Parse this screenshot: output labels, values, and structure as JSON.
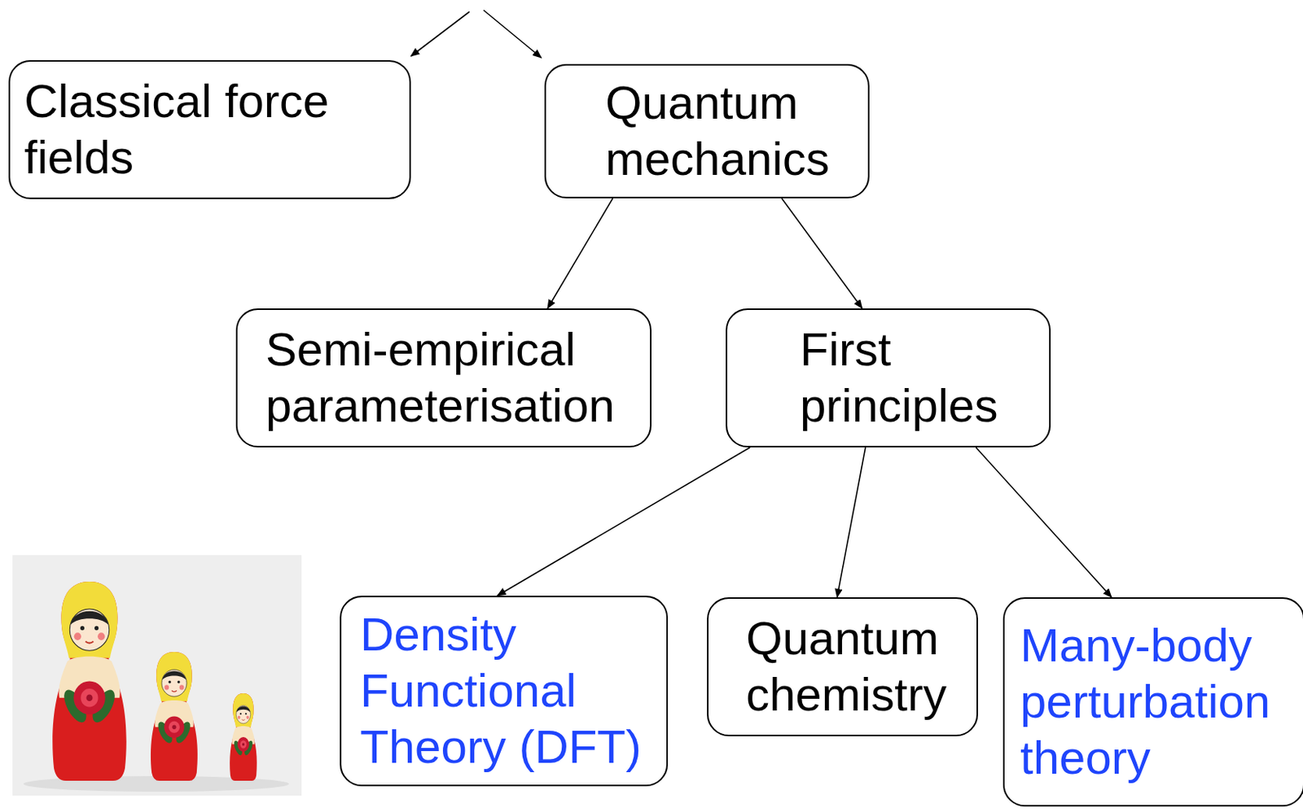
{
  "diagram": {
    "nodes": [
      {
        "text": [
          "Classical force fields"
        ]
      },
      {
        "text": [
          "Quantum mechanics"
        ]
      },
      {
        "text": [
          "Semi-empirical parameterisation"
        ]
      },
      {
        "text": [
          "First principles"
        ]
      },
      {
        "text": [
          "Density Functional Theory (DFT)"
        ]
      },
      {
        "text": [
          "Quantum chemistry"
        ]
      },
      {
        "text": [
          "Many-body perturbation theory"
        ]
      }
    ],
    "edges": [
      {
        "from": 1,
        "to": 2,
        "arrow": "to"
      },
      {
        "from": 1,
        "to": 3,
        "arrow": "to"
      },
      {
        "from": 3,
        "to": 4,
        "arrow": "to"
      },
      {
        "from": 3,
        "to": 5,
        "arrow": "to"
      },
      {
        "from": 3,
        "to": 6,
        "arrow": "to"
      }
    ]
  }
}
